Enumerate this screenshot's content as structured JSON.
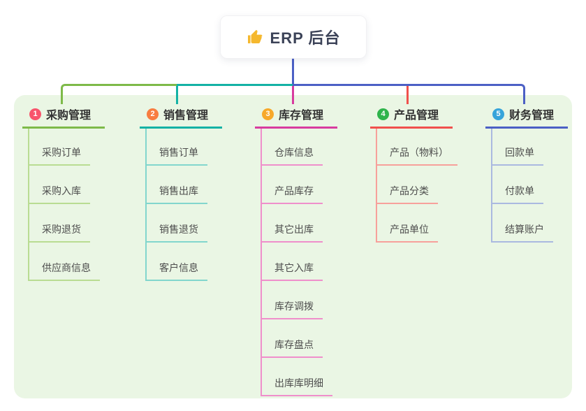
{
  "colors": {
    "panel_bg": "#eaf6e4",
    "root_text": "#3c4358",
    "root_line": "#4c60c5",
    "thumb_icon": "#f5b82e"
  },
  "root": {
    "label": "ERP 后台",
    "icon": "thumbs-up-icon"
  },
  "branches": [
    {
      "num": "1",
      "title": "采购管理",
      "color": "#7eba49",
      "light": "#b9dc92",
      "badge": "#f8546c",
      "children": [
        "采购订单",
        "采购入库",
        "采购退货",
        "供应商信息"
      ]
    },
    {
      "num": "2",
      "title": "销售管理",
      "color": "#14b2a5",
      "light": "#82d6cd",
      "badge": "#f87d40",
      "children": [
        "销售订单",
        "销售出库",
        "销售退货",
        "客户信息"
      ]
    },
    {
      "num": "3",
      "title": "库存管理",
      "color": "#d83c9f",
      "light": "#ef8fcb",
      "badge": "#f7a82a",
      "children": [
        "仓库信息",
        "产品库存",
        "其它出库",
        "其它入库",
        "库存调拨",
        "库存盘点",
        "出库库明细"
      ]
    },
    {
      "num": "4",
      "title": "产品管理",
      "color": "#f0504d",
      "light": "#f7a09b",
      "badge": "#2fb44c",
      "children": [
        "产品（物料）",
        "产品分类",
        "产品单位"
      ]
    },
    {
      "num": "5",
      "title": "财务管理",
      "color": "#4c60c5",
      "light": "#aab9e0",
      "badge": "#37a4da",
      "children": [
        "回款单",
        "付款单",
        "结算账户"
      ]
    }
  ]
}
